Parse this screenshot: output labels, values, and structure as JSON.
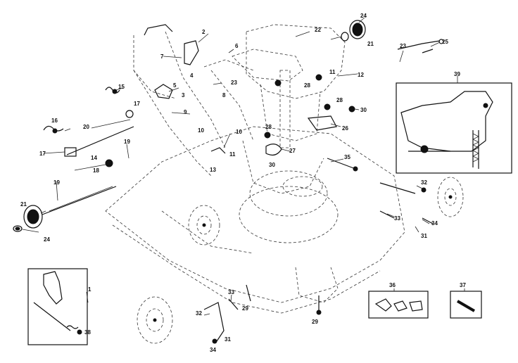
{
  "diagram": {
    "callouts": [
      {
        "id": "c1",
        "text": "1"
      },
      {
        "id": "c2",
        "text": "2"
      },
      {
        "id": "c3",
        "text": "3"
      },
      {
        "id": "c4",
        "text": "4"
      },
      {
        "id": "c5",
        "text": "5"
      },
      {
        "id": "c6",
        "text": "6"
      },
      {
        "id": "c7",
        "text": "7"
      },
      {
        "id": "c8",
        "text": "8"
      },
      {
        "id": "c9",
        "text": "9"
      },
      {
        "id": "c10",
        "text": "10"
      },
      {
        "id": "c10b",
        "text": "10"
      },
      {
        "id": "c11",
        "text": "11"
      },
      {
        "id": "c11b",
        "text": "11"
      },
      {
        "id": "c12",
        "text": "12"
      },
      {
        "id": "c13",
        "text": "13"
      },
      {
        "id": "c14",
        "text": "14"
      },
      {
        "id": "c15",
        "text": "15"
      },
      {
        "id": "c16",
        "text": "16"
      },
      {
        "id": "c17",
        "text": "17"
      },
      {
        "id": "c17b",
        "text": "17"
      },
      {
        "id": "c18",
        "text": "18"
      },
      {
        "id": "c19",
        "text": "19"
      },
      {
        "id": "c19b",
        "text": "19"
      },
      {
        "id": "c20",
        "text": "20"
      },
      {
        "id": "c21",
        "text": "21"
      },
      {
        "id": "c21b",
        "text": "21"
      },
      {
        "id": "c22",
        "text": "22"
      },
      {
        "id": "c23",
        "text": "23"
      },
      {
        "id": "c23b",
        "text": "23"
      },
      {
        "id": "c24",
        "text": "24"
      },
      {
        "id": "c24b",
        "text": "24"
      },
      {
        "id": "c25",
        "text": "25"
      },
      {
        "id": "c26",
        "text": "26"
      },
      {
        "id": "c27",
        "text": "27"
      },
      {
        "id": "c28",
        "text": "28"
      },
      {
        "id": "c28b",
        "text": "28"
      },
      {
        "id": "c28c",
        "text": "28"
      },
      {
        "id": "c29",
        "text": "29"
      },
      {
        "id": "c29b",
        "text": "29"
      },
      {
        "id": "c30",
        "text": "30"
      },
      {
        "id": "c30b",
        "text": "30"
      },
      {
        "id": "c31",
        "text": "31"
      },
      {
        "id": "c31b",
        "text": "31"
      },
      {
        "id": "c32",
        "text": "32"
      },
      {
        "id": "c32b",
        "text": "32"
      },
      {
        "id": "c33",
        "text": "33"
      },
      {
        "id": "c33b",
        "text": "33"
      },
      {
        "id": "c34",
        "text": "34"
      },
      {
        "id": "c34b",
        "text": "34"
      },
      {
        "id": "c35",
        "text": "35"
      },
      {
        "id": "c36",
        "text": "36"
      },
      {
        "id": "c37",
        "text": "37"
      },
      {
        "id": "c38",
        "text": "38"
      },
      {
        "id": "c39",
        "text": "39"
      }
    ]
  }
}
